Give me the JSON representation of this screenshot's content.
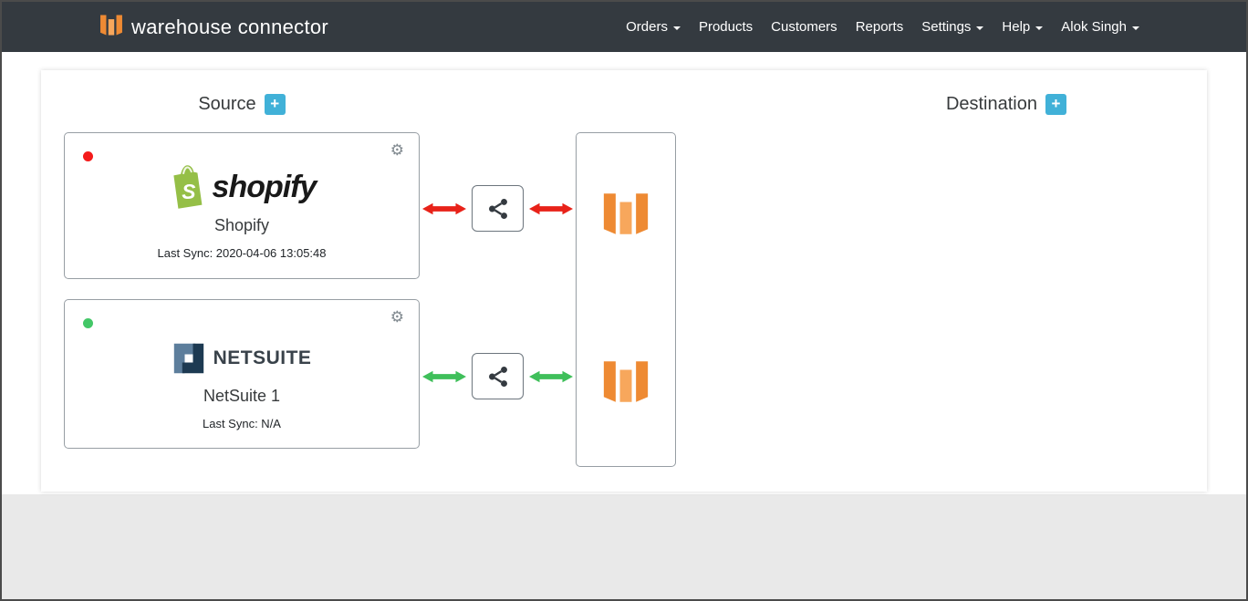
{
  "navbar": {
    "brand": "warehouse connector",
    "items": [
      {
        "label": "Orders",
        "dropdown": true
      },
      {
        "label": "Products",
        "dropdown": false
      },
      {
        "label": "Customers",
        "dropdown": false
      },
      {
        "label": "Reports",
        "dropdown": false
      },
      {
        "label": "Settings",
        "dropdown": true
      },
      {
        "label": "Help",
        "dropdown": true
      },
      {
        "label": "Alok Singh",
        "dropdown": true
      }
    ]
  },
  "panel": {
    "source_label": "Source",
    "destination_label": "Destination"
  },
  "sources": [
    {
      "name": "Shopify",
      "logo_monogram": "S",
      "logo_text": "shopify",
      "last_sync": "Last Sync: 2020-04-06 13:05:48",
      "status_color": "#f41b1b",
      "connection_color": "#e82219"
    },
    {
      "name": "NetSuite 1",
      "logo_text": "NETSUITE",
      "last_sync": "Last Sync: N/A",
      "status_color": "#43c767",
      "connection_color": "#3fbf5a"
    }
  ],
  "icons": {
    "gear": "⚙",
    "add": "+",
    "share": "share-nodes",
    "warehouse": "orange-warehouse-bars",
    "caret": "chevron-down"
  },
  "colors": {
    "navbar_bg": "#343a40",
    "accent_blue": "#41b1d8",
    "brand_orange": "#ee8a33",
    "shopify_green": "#95bf47",
    "netsuite_navy": "#1d3a52",
    "status_error": "#f41b1b",
    "status_ok": "#43c767"
  }
}
